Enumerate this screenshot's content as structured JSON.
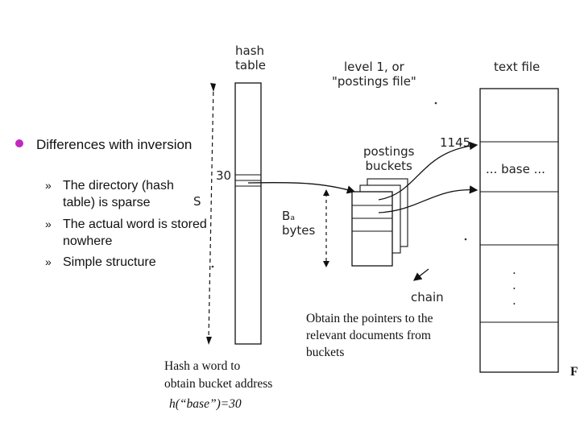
{
  "bullet": {
    "heading": "Differences with inversion",
    "items": [
      "The directory (hash table) is sparse",
      "The actual word is stored nowhere",
      "Simple structure"
    ],
    "marker": "»",
    "color": "#c02ac0"
  },
  "diagram": {
    "hash_table_label": "hash\ntable",
    "level1_label": "level 1, or\n\"postings file\"",
    "text_file_label": "text file",
    "slot_30": "30",
    "s_label": "S",
    "postings_buckets_label": "postings\nbuckets",
    "pointer_1145": "1145",
    "base_label": "... base ...",
    "bytes_label": "Bₐ\nbytes",
    "chain_label": "chain",
    "dots": "."
  },
  "notes": {
    "hash_note_line1": "Hash a word to",
    "hash_note_line2": "obtain bucket address",
    "hash_note_line3": "h(“base”)=30",
    "obtain_note": "Obtain the pointers to the\nrelevant documents from\nbuckets",
    "corner_letter": "F"
  }
}
